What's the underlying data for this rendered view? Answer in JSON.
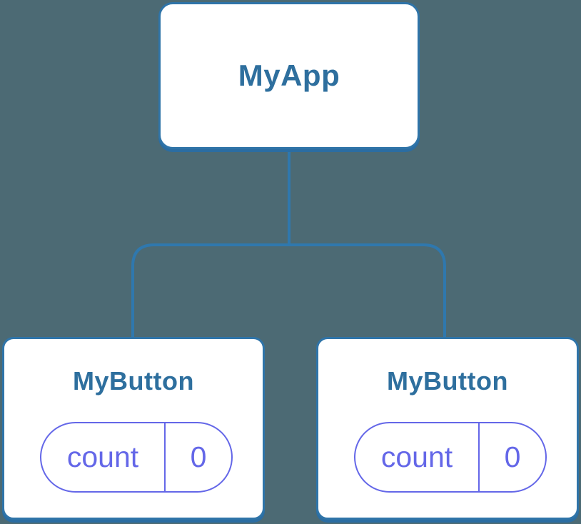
{
  "diagram": {
    "root": {
      "label": "MyApp"
    },
    "children": [
      {
        "label": "MyButton",
        "state": {
          "key": "count",
          "value": "0"
        }
      },
      {
        "label": "MyButton",
        "state": {
          "key": "count",
          "value": "0"
        }
      }
    ],
    "colors": {
      "background": "#4C6A74",
      "card_background": "#FFFFFF",
      "card_border": "#2F74A8",
      "card_shadow": "#2B6DA2",
      "connector": "#2F78AE",
      "node_label_text": "#2E6F9E",
      "state_accent": "#6467E8"
    }
  }
}
